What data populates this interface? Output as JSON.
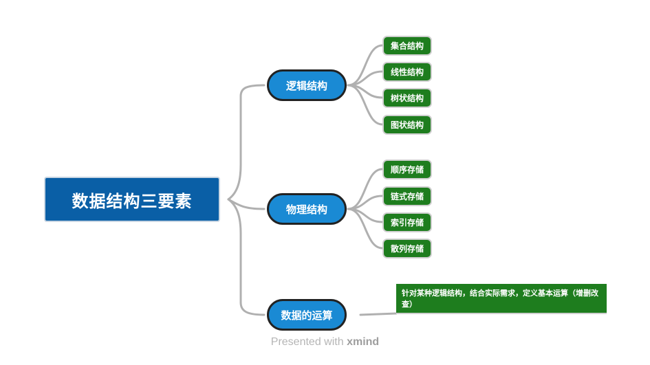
{
  "root": {
    "label": "数据结构三要素"
  },
  "branches": [
    {
      "label": "逻辑结构",
      "children": [
        "集合结构",
        "线性结构",
        "树状结构",
        "图状结构"
      ]
    },
    {
      "label": "物理结构",
      "children": [
        "顺序存储",
        "链式存储",
        "索引存储",
        "散列存储"
      ]
    },
    {
      "label": "数据的运算",
      "note": "针对某种逻辑结构，结合实际需求，定义基本运算（增删改查）"
    }
  ],
  "footer": {
    "prefix": "Presented with",
    "brand": "xmind"
  },
  "colors": {
    "root": "#0a5fa6",
    "branch": "#1a8ad4",
    "leaf": "#1e7d1e",
    "connector": "#b0b0b0"
  }
}
